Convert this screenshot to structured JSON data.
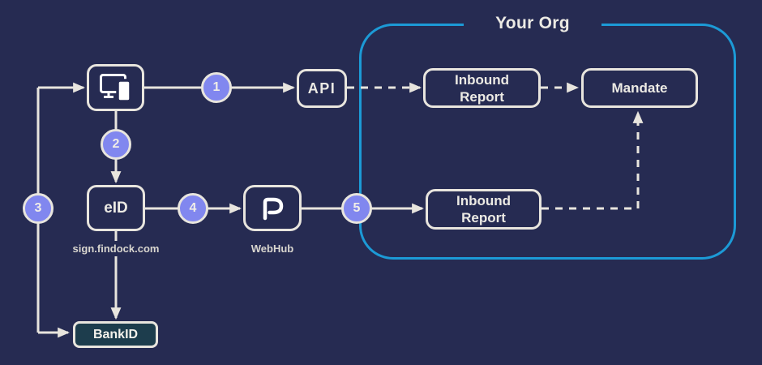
{
  "container": {
    "title": "Your Org"
  },
  "steps": [
    "1",
    "2",
    "3",
    "4",
    "5"
  ],
  "nodes": {
    "device": {
      "icon": "device-monitor-phone-icon"
    },
    "api": {
      "label": "API"
    },
    "inbound_report_top": {
      "label": "Inbound\nReport"
    },
    "mandate": {
      "label": "Mandate"
    },
    "eid": {
      "label": "eID",
      "caption": "sign.findock.com"
    },
    "webhub": {
      "icon": "findock-logo-icon",
      "caption": "WebHub"
    },
    "inbound_report_bottom": {
      "label": "Inbound\nReport"
    },
    "bankid": {
      "label": "BankID"
    }
  },
  "colors": {
    "background": "#262b52",
    "wire": "#e8e5de",
    "text_light": "#eceae4",
    "caption": "#d9d6cf",
    "accent_purple": "#8187ef",
    "accent_cyan": "#1c9ad6",
    "bankid_fill": "#1d3d4d"
  }
}
